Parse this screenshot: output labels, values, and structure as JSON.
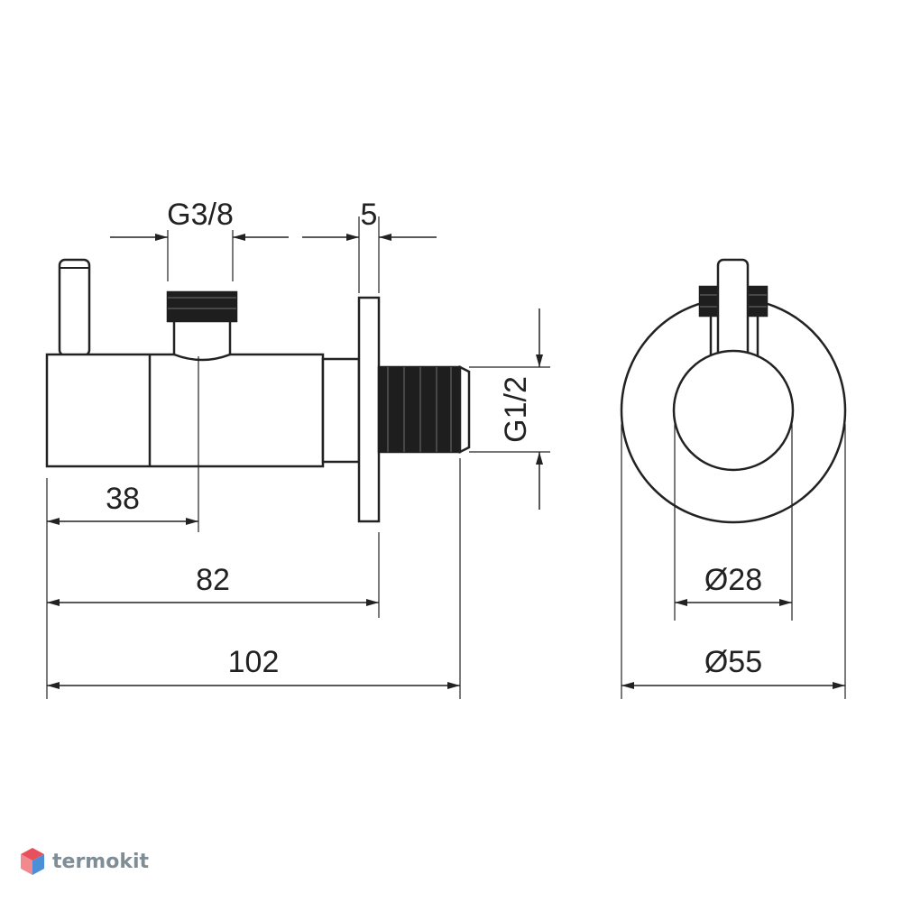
{
  "dimensions": {
    "g38": "G3/8",
    "flange": "5",
    "g12": "G1/2",
    "d38": "38",
    "d82": "82",
    "d102": "102",
    "dia28": "Ø28",
    "dia55": "Ø55"
  },
  "watermark": {
    "text": "termokit"
  },
  "colors": {
    "line": "#222222",
    "thread": "#1e1e1e",
    "logo_red": "#e8505b",
    "logo_blue": "#4a8fd8",
    "logo_text": "#7f8d96"
  }
}
